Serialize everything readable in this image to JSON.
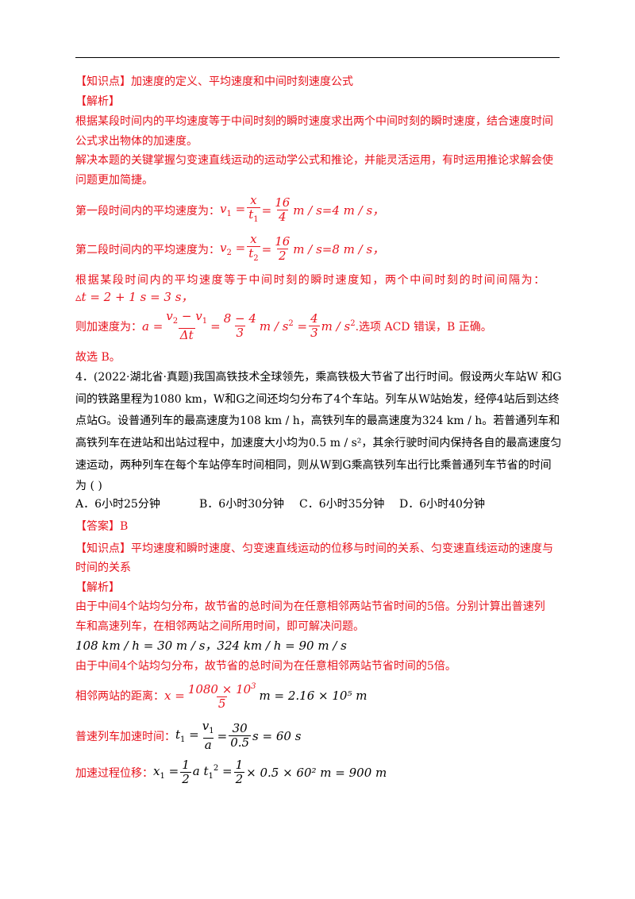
{
  "kp1": "【知识点】加速度的定义、平均速度和中间时刻速度公式",
  "jx1_head": "【解析】",
  "jx1_p1a": "根据某段时间内的平均速度等于中间时刻的瞬时速度求出两个中间时刻的瞬时速度，结合速度时间",
  "jx1_p1b": "公式求出物体的加速度。",
  "jx1_p2a": "解决本题的关键掌握匀变速直线运动的运动学公式和推论，并能灵活运用，有时运用推论求解会使",
  "jx1_p2b": "问题更加简捷。",
  "seg1_label": "第一段时间内的平均速度为：",
  "seg1_result": "=4 m / s，",
  "seg2_label": "第二段时间内的平均速度为：",
  "seg2_result": "=8 m / s，",
  "mid_a": "根据某段时间内的平均速度等于中间时刻的瞬时速度知，两个中间时刻的时间间隔为：",
  "mid_b": "▵t = 2 + 1 s = 3 s，",
  "acc_label": "则加速度为：",
  "acc_tail": ".选项 ACD 错误，B 正确。",
  "choose": "故选 B。",
  "q4_l1": "4．(2022·湖北省·真题)我国高铁技术全球领先，乘高铁极大节省了出行时间。假设两火车站W 和G",
  "q4_l2": "间的铁路里程为1080 km，W和G之间还均匀分布了4个车站。列车从W站始发，经停4站后到达终",
  "q4_l3": "点站G。设普通列车的最高速度为108 km / h，高铁列车的最高速度为324 km / h。若普通列车和",
  "q4_l4": "高铁列车在进站和出站过程中，加速度大小均为0.5 m / s²，其余行驶时间内保持各自的最高速度匀",
  "q4_l5": "速运动，两种列车在每个车站停车时间相同，则从W到G乘高铁列车出行比乘普通列车节省的时间",
  "q4_l6": "为 (    )",
  "options": [
    "A．6小时25分钟",
    "B．6小时30分钟",
    "C．6小时35分钟",
    "D．6小时40分钟"
  ],
  "ans": "【答案】B",
  "kp2a": "【知识点】平均速度和瞬时速度、匀变速直线运动的位移与时间的关系、匀变速直线运动的速度与",
  "kp2b": "时间的关系",
  "jx2_head": "【解析】",
  "jx2_p1a": "由于中间4个站均匀分布，故节省的总时间为在任意相邻两站节省时间的5倍。分别计算出普速列",
  "jx2_p1b": "车和高速列车，在相邻两站之间所用时间，即可解决问题。",
  "conv": "108 km / h = 30 m / s，324 km / h = 90 m / s",
  "jx2_p2": "由于中间4个站均匀分布，故节省的总时间为在任意相邻两站节省时间的5倍。",
  "dist_label": "相邻两站的距离：",
  "dist_result": "m = 2.16 × 10⁵ m",
  "t1_label": "普速列车加速时间：",
  "t1_result": "s = 60 s",
  "x1_label": "加速过程位移：",
  "x1_result": "× 0.5 × 60² m = 900 m"
}
